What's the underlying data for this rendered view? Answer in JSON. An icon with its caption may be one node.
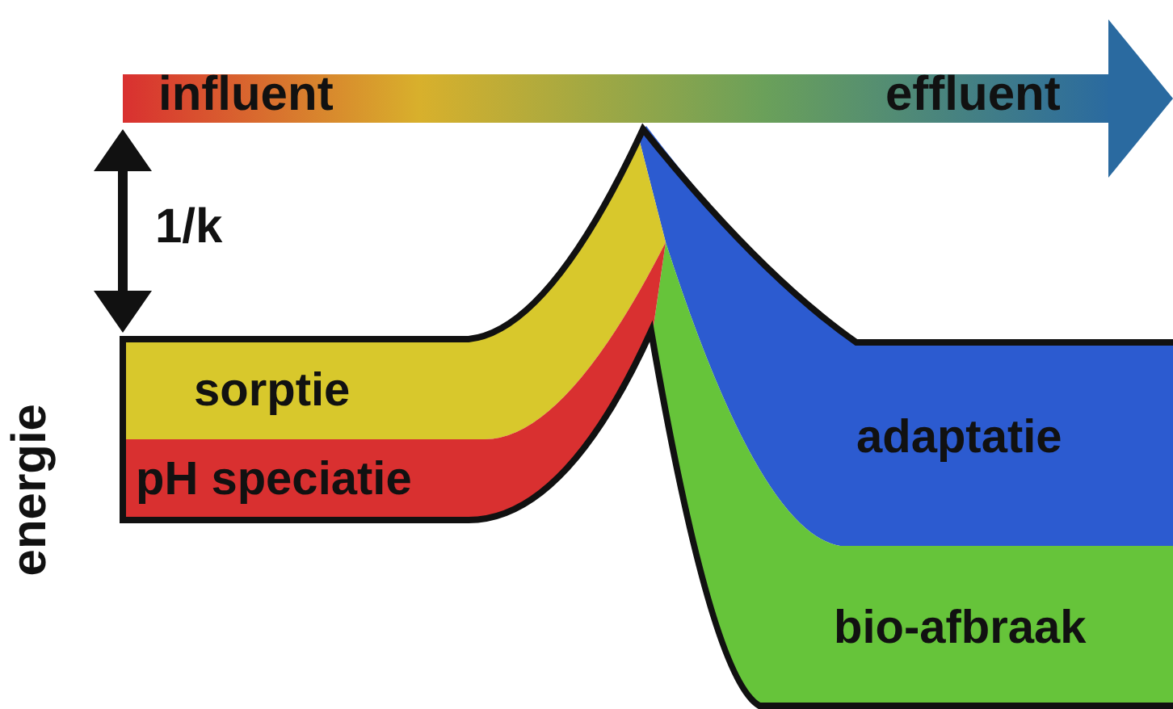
{
  "diagram": {
    "nodes": [
      {
        "text": [
          "sorptie"
        ]
      },
      {
        "text": [
          "pH speciatie"
        ]
      },
      {
        "text": [
          "adaptatie"
        ]
      },
      {
        "text": [
          "bio-afbraak"
        ]
      }
    ],
    "labels": [
      "influent",
      "effluent",
      "1/k",
      "energie"
    ]
  }
}
